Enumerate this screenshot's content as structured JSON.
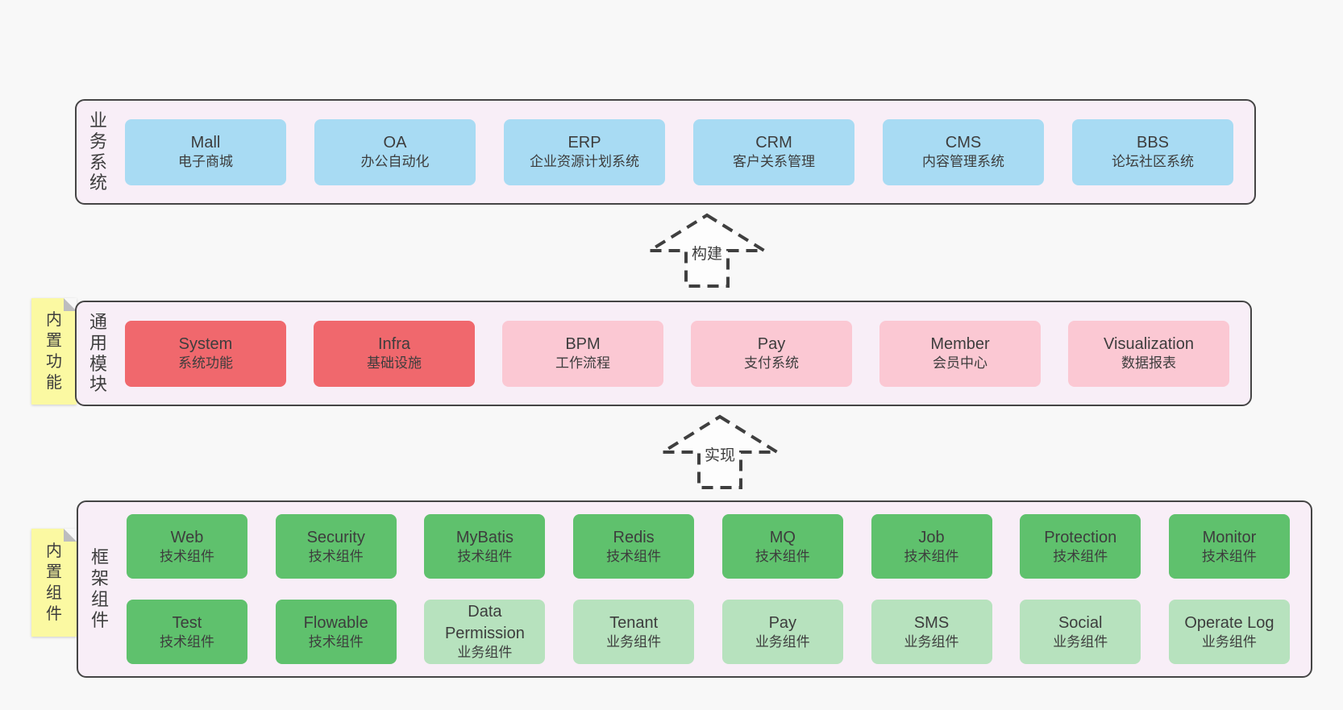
{
  "diagram": {
    "bands": [
      {
        "label": "业务系统",
        "boxes": [
          {
            "name": "Mall",
            "desc": "电子商城"
          },
          {
            "name": "OA",
            "desc": "办公自动化"
          },
          {
            "name": "ERP",
            "desc": "企业资源计划系统"
          },
          {
            "name": "CRM",
            "desc": "客户关系管理"
          },
          {
            "name": "CMS",
            "desc": "内容管理系统"
          },
          {
            "name": "BBS",
            "desc": "论坛社区系统"
          }
        ]
      },
      {
        "label": "通用模块",
        "note": "内置功能",
        "boxes": [
          {
            "name": "System",
            "desc": "系统功能"
          },
          {
            "name": "Infra",
            "desc": "基础设施"
          },
          {
            "name": "BPM",
            "desc": "工作流程"
          },
          {
            "name": "Pay",
            "desc": "支付系统"
          },
          {
            "name": "Member",
            "desc": "会员中心"
          },
          {
            "name": "Visualization",
            "desc": "数据报表"
          }
        ]
      },
      {
        "label": "框架组件",
        "note": "内置组件",
        "rows": [
          [
            {
              "name": "Web",
              "desc": "技术组件"
            },
            {
              "name": "Security",
              "desc": "技术组件"
            },
            {
              "name": "MyBatis",
              "desc": "技术组件"
            },
            {
              "name": "Redis",
              "desc": "技术组件"
            },
            {
              "name": "MQ",
              "desc": "技术组件"
            },
            {
              "name": "Job",
              "desc": "技术组件"
            },
            {
              "name": "Protection",
              "desc": "技术组件"
            },
            {
              "name": "Monitor",
              "desc": "技术组件"
            }
          ],
          [
            {
              "name": "Test",
              "desc": "技术组件"
            },
            {
              "name": "Flowable",
              "desc": "技术组件"
            },
            {
              "name": "Data Permission",
              "desc": "业务组件"
            },
            {
              "name": "Tenant",
              "desc": "业务组件"
            },
            {
              "name": "Pay",
              "desc": "业务组件"
            },
            {
              "name": "SMS",
              "desc": "业务组件"
            },
            {
              "name": "Social",
              "desc": "业务组件"
            },
            {
              "name": "Operate Log",
              "desc": "业务组件"
            }
          ]
        ]
      }
    ],
    "arrows": [
      {
        "label": "构建"
      },
      {
        "label": "实现"
      }
    ],
    "colors": {
      "page_bg": "#f8f8f8",
      "band_bg": "#f8eef7",
      "band_border": "#454545",
      "blue": "#a8dbf3",
      "red": "#f0686d",
      "pink": "#fbc8d3",
      "green_dark": "#5fc16d",
      "green_light": "#b7e2be",
      "note_yellow": "#fbf9a2",
      "note_fold": "#bdbdbf",
      "text": "#3d3d3d"
    }
  }
}
